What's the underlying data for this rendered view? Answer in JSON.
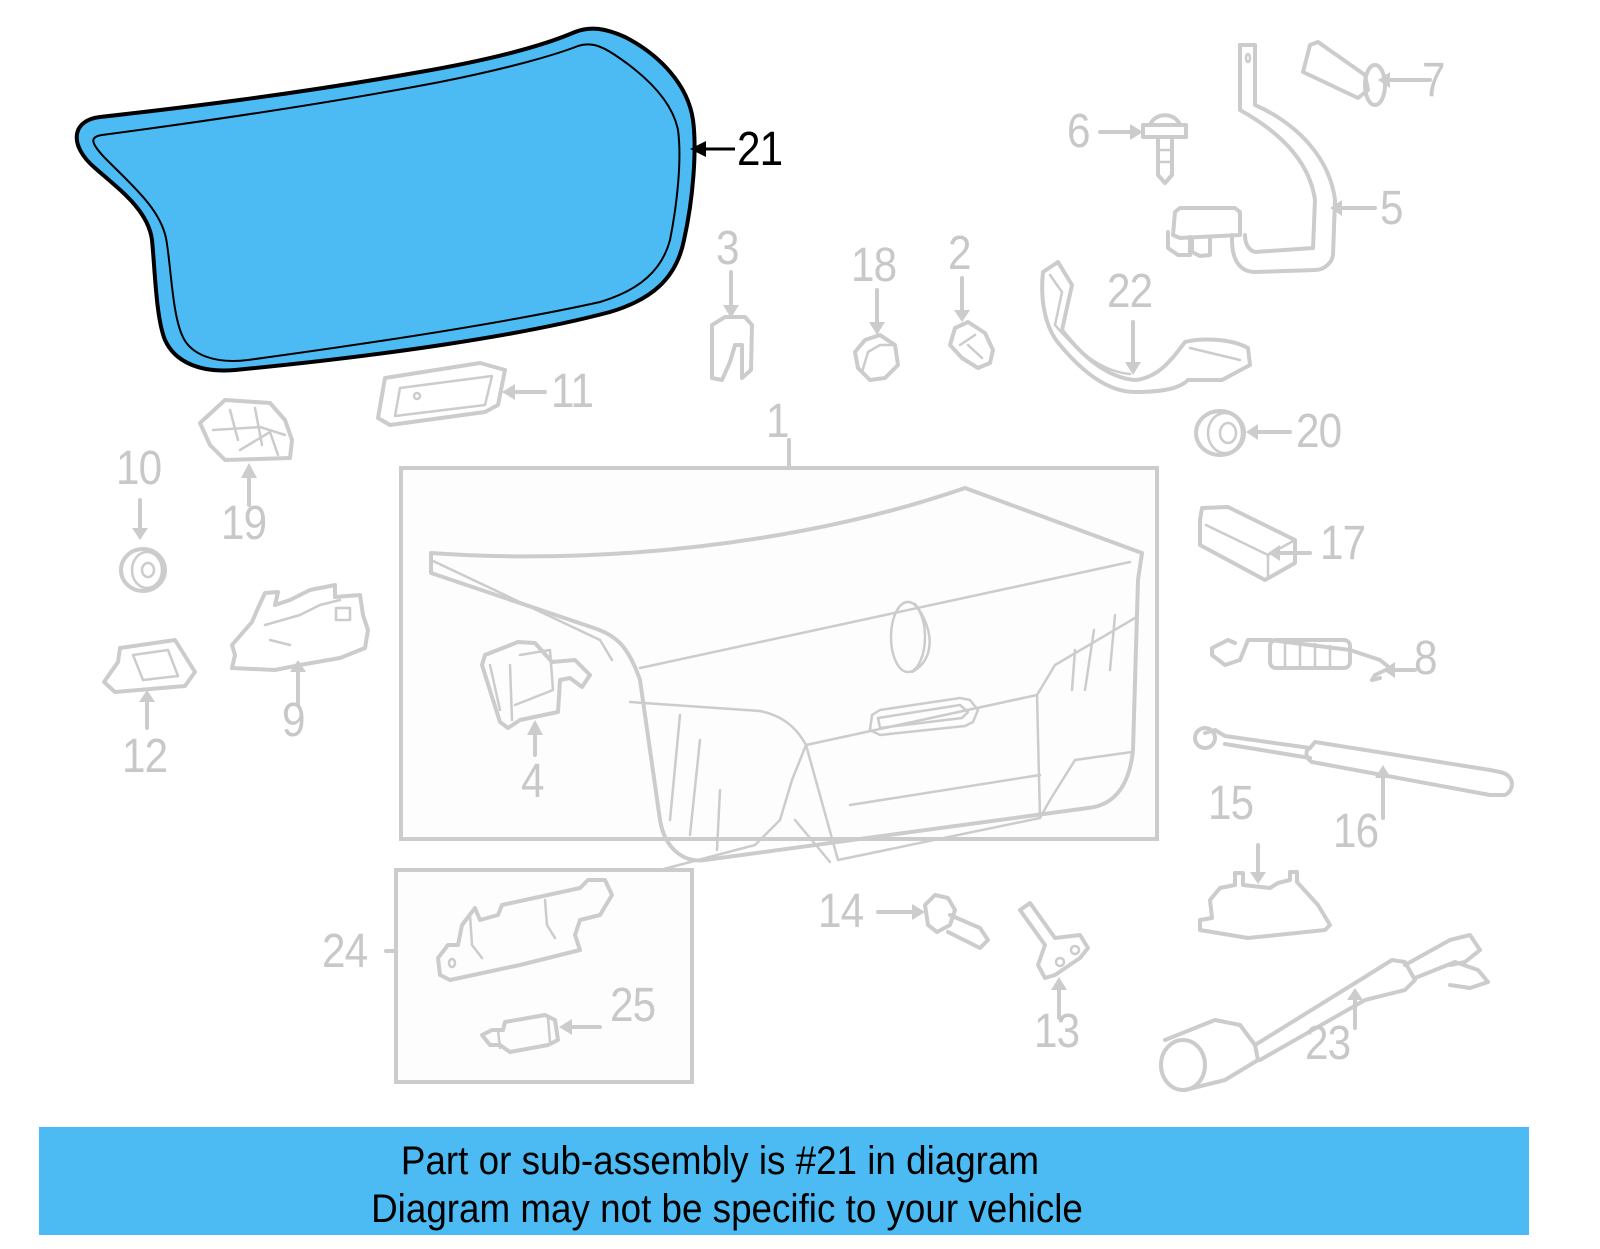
{
  "diagram": {
    "highlighted_part": "21",
    "highlight_color": "#4dbbf3",
    "line_color": "#cccccc",
    "callouts": [
      {
        "id": "1",
        "label": "1"
      },
      {
        "id": "2",
        "label": "2"
      },
      {
        "id": "3",
        "label": "3"
      },
      {
        "id": "4",
        "label": "4"
      },
      {
        "id": "5",
        "label": "5"
      },
      {
        "id": "6",
        "label": "6"
      },
      {
        "id": "7",
        "label": "7"
      },
      {
        "id": "8",
        "label": "8"
      },
      {
        "id": "9",
        "label": "9"
      },
      {
        "id": "10",
        "label": "10"
      },
      {
        "id": "11",
        "label": "11"
      },
      {
        "id": "12",
        "label": "12"
      },
      {
        "id": "13",
        "label": "13"
      },
      {
        "id": "14",
        "label": "14"
      },
      {
        "id": "15",
        "label": "15"
      },
      {
        "id": "16",
        "label": "16"
      },
      {
        "id": "17",
        "label": "17"
      },
      {
        "id": "18",
        "label": "18"
      },
      {
        "id": "19",
        "label": "19"
      },
      {
        "id": "20",
        "label": "20"
      },
      {
        "id": "21",
        "label": "21"
      },
      {
        "id": "22",
        "label": "22"
      },
      {
        "id": "23",
        "label": "23"
      },
      {
        "id": "24",
        "label": "24"
      },
      {
        "id": "25",
        "label": "25"
      }
    ]
  },
  "banner": {
    "line1": "Part or sub-assembly is #21 in diagram",
    "line2": "Diagram may not be specific to your vehicle",
    "background": "#4dbbf3"
  }
}
